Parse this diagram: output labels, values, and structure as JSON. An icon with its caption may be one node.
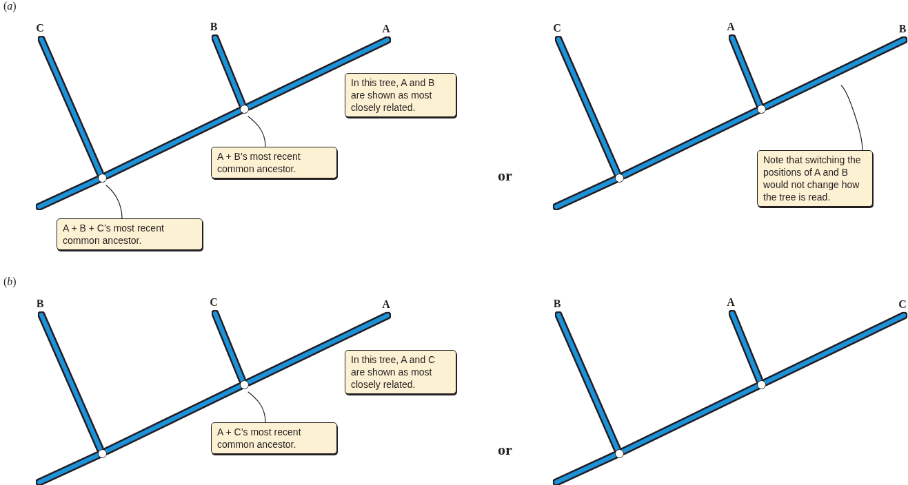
{
  "diagram": {
    "nodes": [
      {
        "text": [
          "C"
        ]
      },
      {
        "text": [
          "B"
        ]
      },
      {
        "text": [
          "A"
        ]
      },
      {
        "text": [],
        "shape": "circle"
      },
      {
        "text": [],
        "shape": "circle"
      },
      {
        "text": [
          "In this tree, A and B are shown as most closely related."
        ]
      },
      {
        "text": [
          "A + B’s most recent common ancestor."
        ]
      },
      {
        "text": [
          "A + B + C’s most recent common ancestor."
        ]
      },
      {
        "text": [
          "C"
        ]
      },
      {
        "text": [
          "A"
        ]
      },
      {
        "text": [
          "B"
        ]
      },
      {
        "text": [],
        "shape": "circle"
      },
      {
        "text": [],
        "shape": "circle"
      },
      {
        "text": [
          "Note that switching the positions of A and B would not change how the tree is read."
        ]
      },
      {
        "text": [
          "B"
        ]
      },
      {
        "text": [
          "C"
        ]
      },
      {
        "text": [
          "A"
        ]
      },
      {
        "text": [],
        "shape": "circle"
      },
      {
        "text": [],
        "shape": "circle"
      },
      {
        "text": [
          "In this tree, A and C are shown as most closely related."
        ]
      },
      {
        "text": [
          "A + C’s most recent common ancestor."
        ]
      },
      {
        "text": [
          "B"
        ]
      },
      {
        "text": [
          "A"
        ]
      },
      {
        "text": [
          "C"
        ]
      },
      {
        "text": [],
        "shape": "circle"
      },
      {
        "text": [],
        "shape": "circle"
      }
    ],
    "edges": [
      {
        "from": null,
        "to": 3,
        "arrow": "none"
      },
      {
        "from": 3,
        "to": 4,
        "arrow": "none"
      },
      {
        "from": 3,
        "to": 0,
        "arrow": "none"
      },
      {
        "from": 4,
        "to": 1,
        "arrow": "none"
      },
      {
        "from": 4,
        "to": 2,
        "arrow": "none"
      },
      {
        "from": 6,
        "to": 4,
        "arrow": "none",
        "color": "#231f20"
      },
      {
        "from": 7,
        "to": 3,
        "arrow": "none",
        "color": "#231f20"
      },
      {
        "from": null,
        "to": 11,
        "arrow": "none"
      },
      {
        "from": 11,
        "to": 12,
        "arrow": "none"
      },
      {
        "from": 11,
        "to": 8,
        "arrow": "none"
      },
      {
        "from": 12,
        "to": 9,
        "arrow": "none"
      },
      {
        "from": 12,
        "to": 10,
        "arrow": "none"
      },
      {
        "from": 13,
        "to": null,
        "arrow": "none",
        "color": "#231f20"
      },
      {
        "from": null,
        "to": 17,
        "arrow": "none"
      },
      {
        "from": 17,
        "to": 18,
        "arrow": "none"
      },
      {
        "from": 17,
        "to": 14,
        "arrow": "none"
      },
      {
        "from": 18,
        "to": 15,
        "arrow": "none"
      },
      {
        "from": 18,
        "to": 16,
        "arrow": "none"
      },
      {
        "from": 20,
        "to": 18,
        "arrow": "none",
        "color": "#231f20"
      },
      {
        "from": null,
        "to": 24,
        "arrow": "none"
      },
      {
        "from": 24,
        "to": 25,
        "arrow": "none"
      },
      {
        "from": 24,
        "to": 21,
        "arrow": "none"
      },
      {
        "from": 25,
        "to": 22,
        "arrow": "none"
      },
      {
        "from": 25,
        "to": 23,
        "arrow": "none"
      }
    ],
    "labels": [
      "(*a*)",
      "or",
      "(*b*)",
      "or"
    ]
  }
}
